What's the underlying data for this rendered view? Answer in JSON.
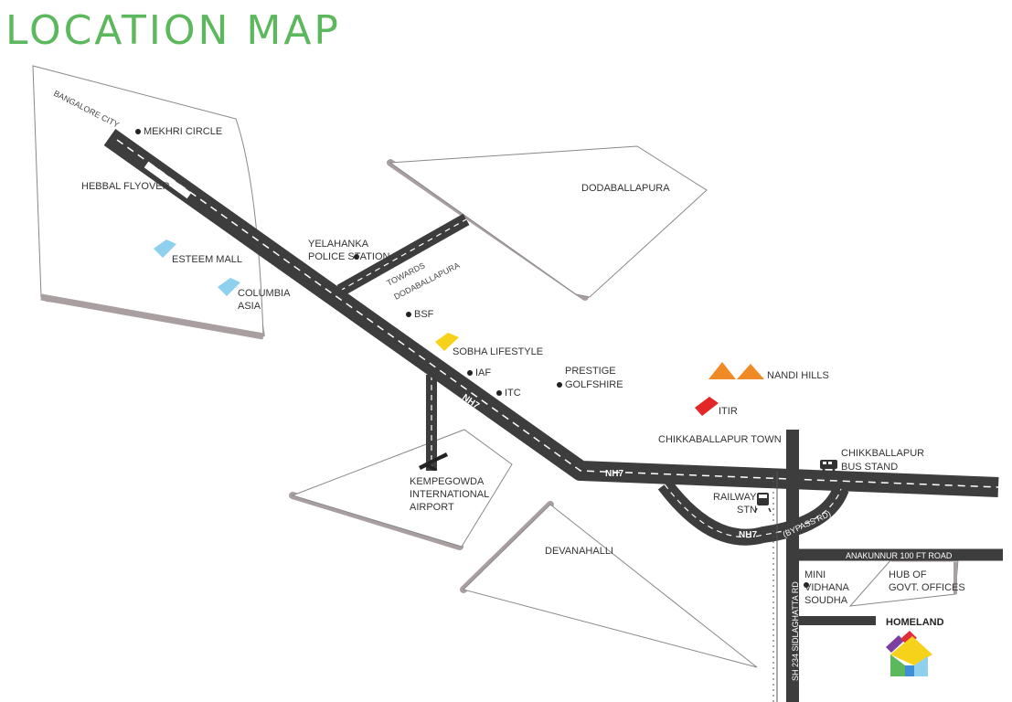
{
  "title": "LOCATION MAP",
  "regions": {
    "bangalore_city": "BANGALORE CITY",
    "dodaballapura": "DODABALLAPURA",
    "devanahalli": "DEVANAHALLI",
    "hub_offices": [
      "HUB OF",
      "GOVT. OFFICES"
    ]
  },
  "places": {
    "mekhri_circle": "MEKHRI CIRCLE",
    "hebbal_flyover": "HEBBAL FLYOVER",
    "esteem_mall": "ESTEEM MALL",
    "columbia_asia": [
      "COLUMBIA",
      "ASIA"
    ],
    "yelahanka": [
      "YELAHANKA",
      "POLICE STATION"
    ],
    "towards_doda": [
      "TOWARDS",
      "DODABALLAPURA"
    ],
    "bsf": "BSF",
    "sobha": "SOBHA LIFESTYLE",
    "iaf": "IAF",
    "itc": "ITC",
    "prestige": [
      "PRESTIGE",
      "GOLFSHIRE"
    ],
    "nandi_hills": "NANDI HILLS",
    "itir": "ITIR",
    "chikkaballapur_town": "CHIKKABALLAPUR TOWN",
    "bus_stand": [
      "CHIKKBALLAPUR",
      "BUS STAND"
    ],
    "railway": [
      "RAILWAY",
      "STN"
    ],
    "airport": [
      "KEMPEGOWDA",
      "INTERNATIONAL",
      "AIRPORT"
    ],
    "mini_vidhana": [
      "MINI",
      "VIDHANA",
      "SOUDHA"
    ],
    "homeland": "HOMELAND"
  },
  "roads": {
    "nh7": "NH7",
    "bypass": "(BYPASS RD)",
    "anakunnur": "ANAKUNNUR 100 FT ROAD",
    "sidlaghatta": "SH 234 SIDLAGHATTA RD"
  },
  "colors": {
    "title": "#5cb85c",
    "road": "#3d3d3d",
    "region_shadow": "#a99ea0",
    "pin_blue": "#8fd0ee",
    "pin_yellow": "#f6d21b",
    "pin_red": "#e32626",
    "hills": "#f08a24"
  }
}
